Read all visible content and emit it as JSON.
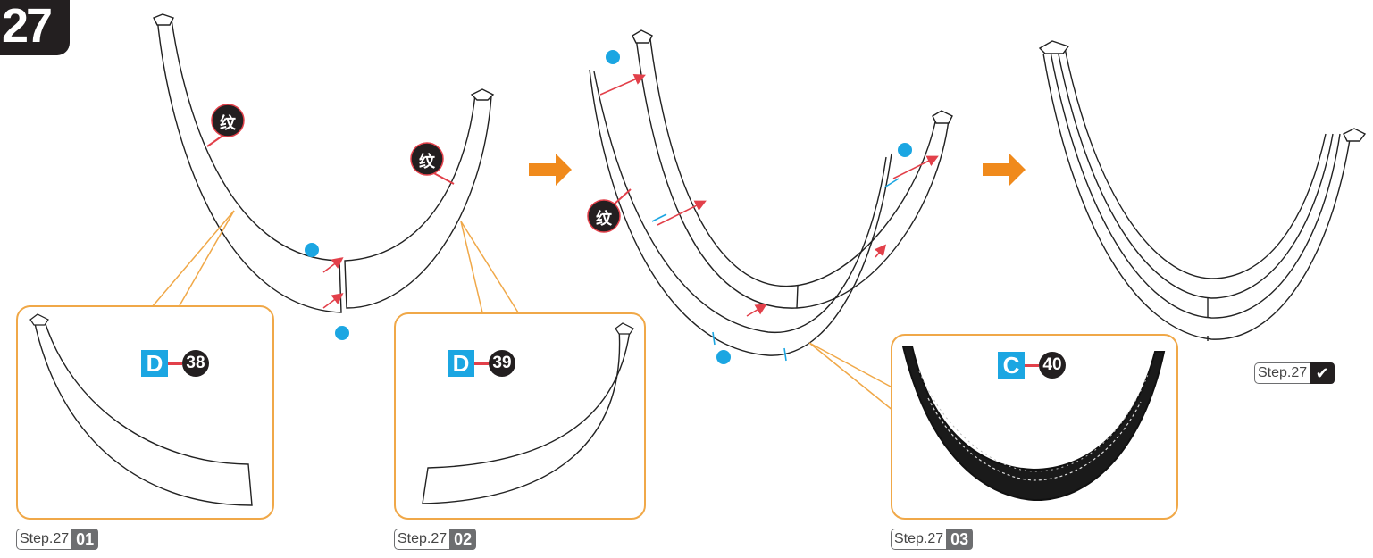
{
  "step_number": "27",
  "watermark_text": "",
  "tag_char": "纹",
  "parts": [
    {
      "letter": "D",
      "number": "38"
    },
    {
      "letter": "D",
      "number": "39"
    },
    {
      "letter": "C",
      "number": "40"
    }
  ],
  "step_labels": [
    {
      "prefix": "Step.27",
      "index": "01"
    },
    {
      "prefix": "Step.27",
      "index": "02"
    },
    {
      "prefix": "Step.27",
      "index": "03"
    }
  ],
  "final_label": {
    "prefix": "Step.27",
    "mark": "✔"
  },
  "colors": {
    "accent_orange": "#f08a1c",
    "inset_border": "#f0a848",
    "glue_blue": "#1ba6e2",
    "arrow_red": "#e2404a",
    "dark": "#231f20"
  }
}
